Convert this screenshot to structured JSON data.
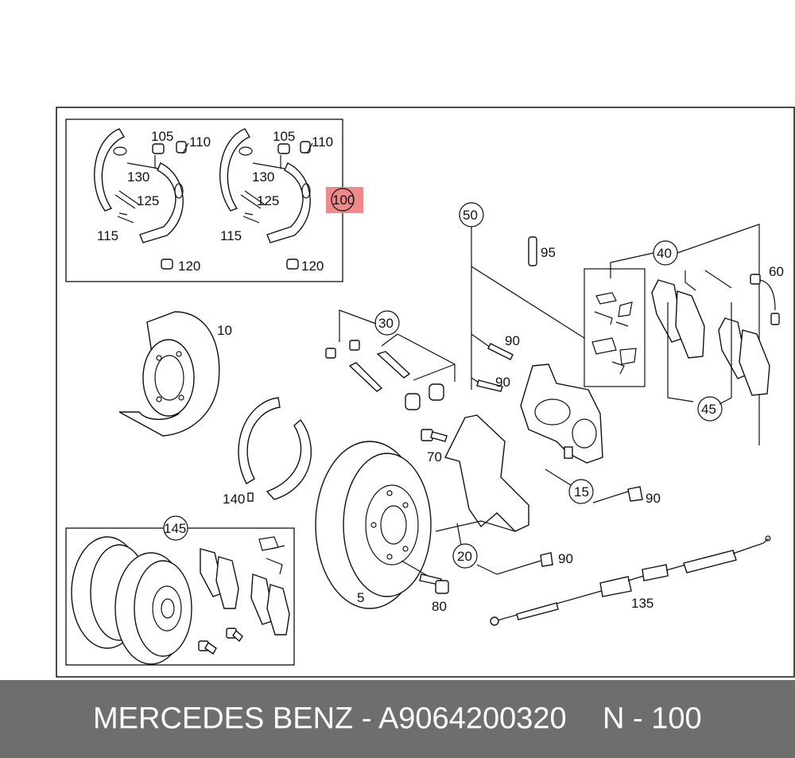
{
  "labels": {
    "l105a": "105",
    "l110a": "110",
    "l130a": "130",
    "l125a": "125",
    "l115a": "115",
    "l120a": "120",
    "l105b": "105",
    "l110b": "110",
    "l130b": "130",
    "l125b": "125",
    "l115b": "115",
    "l120b": "120",
    "l100": "100",
    "l50": "50",
    "l95": "95",
    "l40": "40",
    "l60": "60",
    "l10": "10",
    "l30": "30",
    "l90a": "90",
    "l90b": "90",
    "l45": "45",
    "l70": "70",
    "l15": "15",
    "l90c": "90",
    "l140": "140",
    "l145": "145",
    "l20": "20",
    "l90d": "90",
    "l5": "5",
    "l80": "80",
    "l135": "135"
  },
  "highlight_color": "#f08a8a",
  "footer": {
    "brand_part": "MERCEDES BENZ - A9064200320",
    "position": "N - 100"
  }
}
